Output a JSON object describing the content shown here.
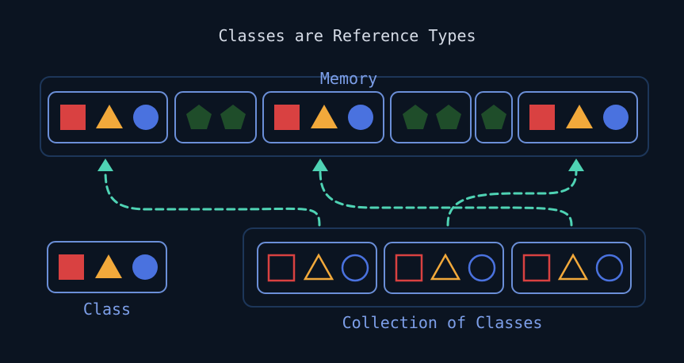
{
  "title": "Classes are Reference Types",
  "labels": {
    "memory": "Memory",
    "class": "Class",
    "collection": "Collection of Classes"
  },
  "colors": {
    "background": "#0b1421",
    "panel_border": "#1d3659",
    "cell_border": "#6b8fd8",
    "square": "#d94141",
    "triangle": "#f2a93b",
    "circle": "#4a72df",
    "pentagon": "#1f4d2a",
    "arrow": "#4fd3b4"
  }
}
